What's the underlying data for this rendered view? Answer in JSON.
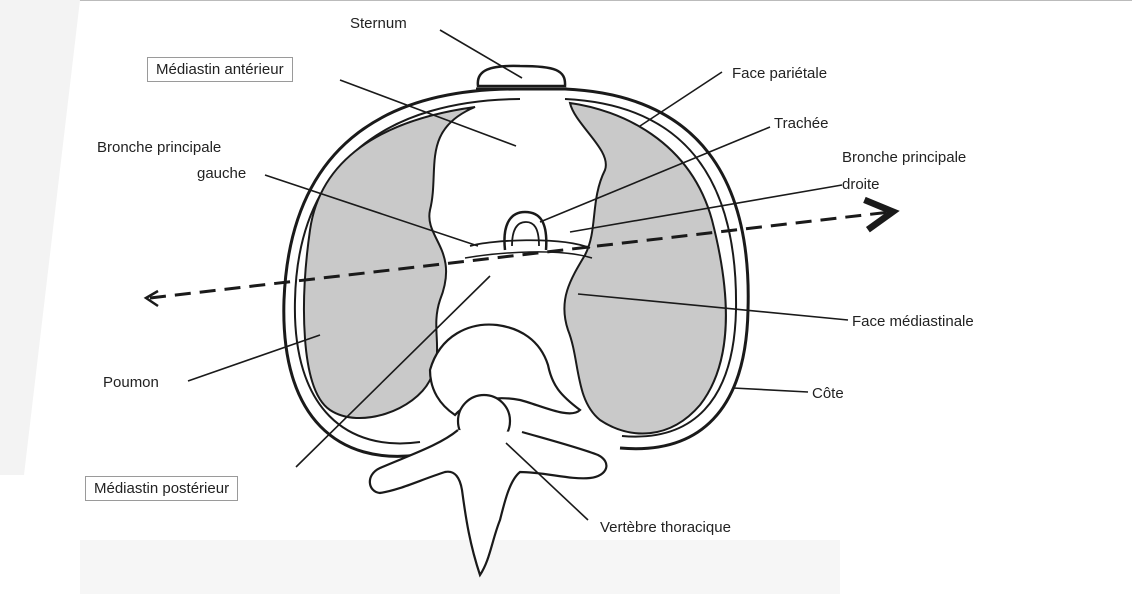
{
  "labels": {
    "sternum": "Sternum",
    "mediastin_anterieur": "Médiastin antérieur",
    "face_parietale": "Face pariétale",
    "trachee": "Trachée",
    "bronche_gauche_1": "Bronche principale",
    "bronche_gauche_2": "gauche",
    "bronche_droite_1": "Bronche principale",
    "bronche_droite_2": "droite",
    "face_mediastinale": "Face médiastinale",
    "poumon": "Poumon",
    "cote": "Côte",
    "mediastin_posterieur": "Médiastin postérieur",
    "vertebre": "Vertèbre thoracique"
  },
  "colors": {
    "line": "#1a1a1a",
    "lung_fill": "#c9c9c9",
    "box_border": "#9a9a9a",
    "background_band": "#f3f3f3"
  }
}
